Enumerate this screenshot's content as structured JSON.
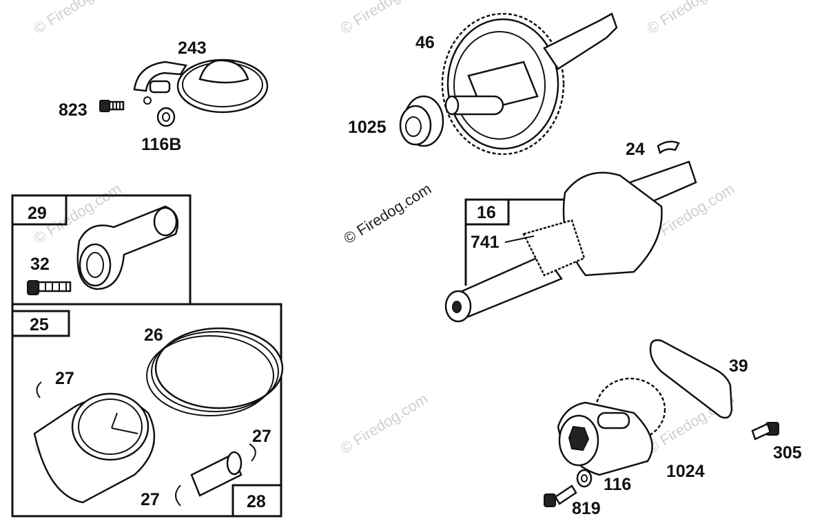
{
  "watermarks": {
    "dark": "© Firedog.com",
    "light": "© Firedog.com"
  },
  "callouts": {
    "c243": "243",
    "c823": "823",
    "c116b": "116B",
    "c46": "46",
    "c1025": "1025",
    "c24": "24",
    "c16": "16",
    "c741": "741",
    "c29": "29",
    "c32": "32",
    "c25": "25",
    "c26": "26",
    "c27a": "27",
    "c27b": "27",
    "c27c": "27",
    "c28": "28",
    "c39": "39",
    "c305": "305",
    "c1024": "1024",
    "c116": "116",
    "c819": "819"
  }
}
